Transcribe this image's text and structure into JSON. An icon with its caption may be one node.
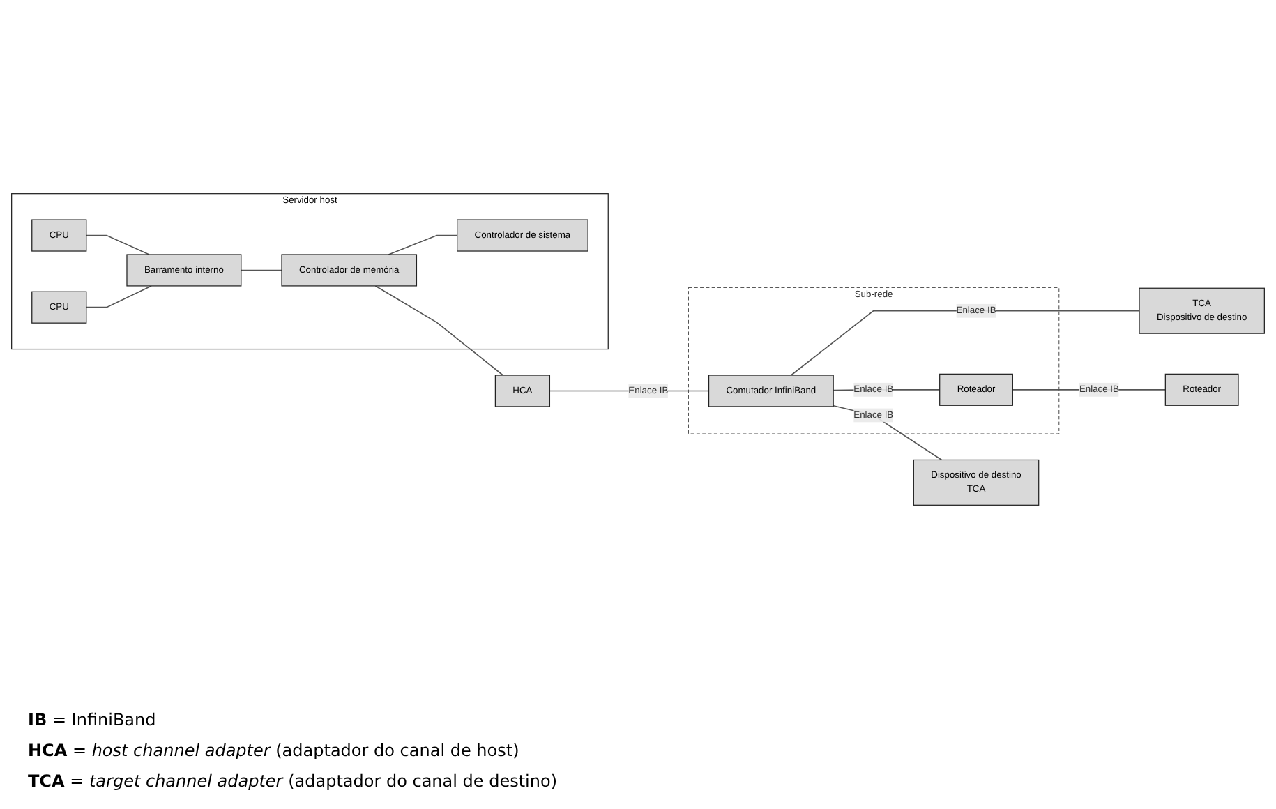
{
  "diagram": {
    "nodes": [
      {
        "text": [
          "Servidor host"
        ]
      },
      {
        "text": [
          "CPU"
        ],
        "in": 0
      },
      {
        "text": [
          "CPU"
        ],
        "in": 0
      },
      {
        "text": [
          "Barramento interno"
        ],
        "in": 0
      },
      {
        "text": [
          "Controlador de memória"
        ],
        "in": 0
      },
      {
        "text": [
          "Controlador de sistema"
        ],
        "in": 0
      },
      {
        "text": [
          "HCA"
        ]
      },
      {
        "text": [
          "Sub-rede"
        ]
      },
      {
        "text": [
          "Comutador InfiniBand"
        ],
        "in": 7
      },
      {
        "text": [
          "Roteador"
        ],
        "in": 7
      },
      {
        "text": [
          "Dispositivo de destino",
          "TCA"
        ]
      },
      {
        "text": [
          "TCA",
          "Dispositivo de destino"
        ]
      },
      {
        "text": [
          "Roteador"
        ]
      }
    ],
    "edges": [
      {
        "from": 1,
        "to": 3,
        "arrow": "none"
      },
      {
        "from": 2,
        "to": 3,
        "arrow": "none"
      },
      {
        "from": 3,
        "to": 4,
        "arrow": "none"
      },
      {
        "from": 4,
        "to": 5,
        "arrow": "none"
      },
      {
        "from": 4,
        "to": 6,
        "arrow": "none"
      },
      {
        "from": 6,
        "to": 8,
        "label": "Enlace IB",
        "arrow": "none"
      },
      {
        "from": 8,
        "to": 10,
        "label": "Enlace IB",
        "arrow": "none"
      },
      {
        "from": 8,
        "to": 11,
        "label": "Enlace IB",
        "arrow": "none"
      },
      {
        "from": 8,
        "to": 9,
        "label": "Enlace IB",
        "arrow": "none"
      },
      {
        "from": 9,
        "to": 12,
        "label": "Enlace IB",
        "arrow": "none"
      }
    ],
    "labels": [
      "**IB** = InfiniBand",
      "**HCA** = *host channel adapter* (adaptador do canal de host)",
      "**TCA** = *target channel adapter* (adaptador do canal de destino)"
    ]
  }
}
